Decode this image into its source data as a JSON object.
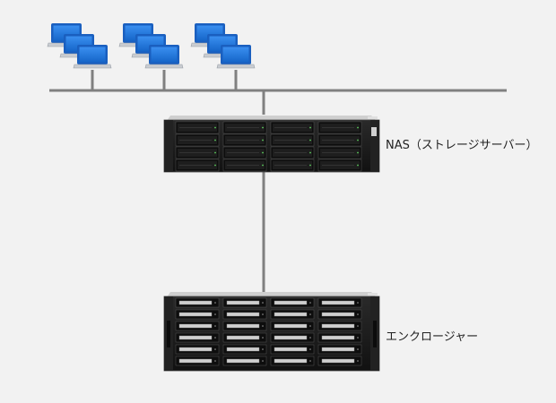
{
  "diagram": {
    "nas_label": "NAS（ストレージサーバー）",
    "enclosure_label": "エンクロージャー",
    "client_groups": 3,
    "clients_per_group": 3
  },
  "colors": {
    "background": "#f2f2f2",
    "network_line": "#808080",
    "client_monitor": "#1e73d6",
    "server_body": "#1c1c1c"
  },
  "icons": [
    "laptop-icon",
    "nas-server-icon",
    "enclosure-icon"
  ]
}
